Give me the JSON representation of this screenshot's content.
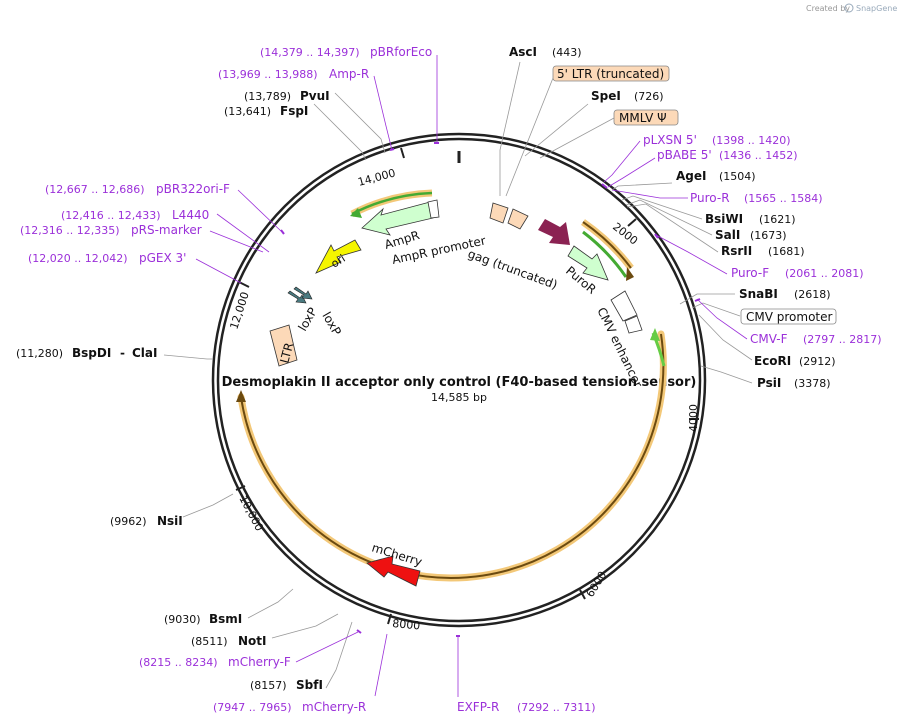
{
  "watermark": {
    "prefix": "Created by",
    "brand": "SnapGene"
  },
  "map": {
    "title": "Desmoplakin II acceptor only control (F40-based tension sensor)",
    "length": "14,585 bp"
  },
  "ticks": [
    "14,000",
    "2000",
    "4000",
    "6000",
    "8000",
    "10,000",
    "12,000"
  ],
  "features": {
    "ltr5": "5' LTR (truncated)",
    "mmlv": "MMLV Ψ",
    "cmv_promoter": "CMV promoter",
    "gag": "gag (truncated)",
    "puror": "PuroR",
    "cmv_enhancer": "CMV enhancer",
    "mcherry": "mCherry",
    "ltr": "LTR",
    "loxp1": "loxP",
    "loxp2": "loxP",
    "ori": "ori",
    "ampr": "AmpR",
    "ampr_promoter": "AmpR promoter"
  },
  "sites": [
    {
      "name": "AscI",
      "pos": "(443)"
    },
    {
      "name": "SpeI",
      "pos": "(726)"
    },
    {
      "name": "AgeI",
      "pos": "(1504)"
    },
    {
      "name": "BsiWI",
      "pos": "(1621)"
    },
    {
      "name": "SalI",
      "pos": "(1673)"
    },
    {
      "name": "RsrII",
      "pos": "(1681)"
    },
    {
      "name": "SnaBI",
      "pos": "(2618)"
    },
    {
      "name": "EcoRI",
      "pos": "(2912)"
    },
    {
      "name": "PsiI",
      "pos": "(3378)"
    },
    {
      "name": "NsiI",
      "pos": "(9962)"
    },
    {
      "name": "BsmI",
      "pos": "(9030)"
    },
    {
      "name": "NotI",
      "pos": "(8511)"
    },
    {
      "name": "SbfI",
      "pos": "(8157)"
    },
    {
      "name": "BspDI",
      "pos": "(11,280)",
      "alt": "ClaI"
    },
    {
      "name": "PvuI",
      "pos": "(13,789)"
    },
    {
      "name": "FspI",
      "pos": "(13,641)"
    }
  ],
  "primers": [
    {
      "name": "pBRforEco",
      "pos": "(14,379 .. 14,397)"
    },
    {
      "name": "Amp-R",
      "pos": "(13,969 .. 13,988)"
    },
    {
      "name": "pLXSN 5'",
      "pos": "(1398 .. 1420)"
    },
    {
      "name": "pBABE 5'",
      "pos": "(1436 .. 1452)"
    },
    {
      "name": "Puro-R",
      "pos": "(1565 .. 1584)"
    },
    {
      "name": "Puro-F",
      "pos": "(2061 .. 2081)"
    },
    {
      "name": "CMV-F",
      "pos": "(2797 .. 2817)"
    },
    {
      "name": "pBR322ori-F",
      "pos": "(12,667 .. 12,686)"
    },
    {
      "name": "L4440",
      "pos": "(12,416 .. 12,433)"
    },
    {
      "name": "pRS-marker",
      "pos": "(12,316 .. 12,335)"
    },
    {
      "name": "pGEX 3'",
      "pos": "(12,020 .. 12,042)"
    },
    {
      "name": "mCherry-F",
      "pos": "(8215 .. 8234)"
    },
    {
      "name": "mCherry-R",
      "pos": "(7947 .. 7965)"
    },
    {
      "name": "EXFP-R",
      "pos": "(7292 .. 7311)"
    }
  ],
  "colors": {
    "primer": "#9b30d9",
    "ring": "#222222",
    "orf_glow": "#f3c878",
    "ltr_fill": "#fcd9b8",
    "ori_fill": "#f5f500",
    "mcherry_fill": "#ee1111",
    "gag_arrow": "#8b2252",
    "green_fill": "#cfffcf"
  }
}
